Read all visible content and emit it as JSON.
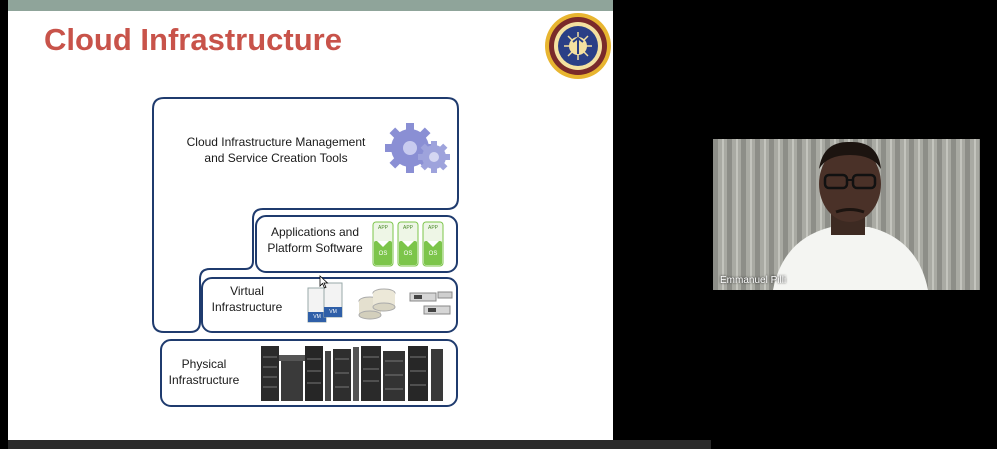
{
  "slide": {
    "title": "Cloud Infrastructure",
    "layers": {
      "management": [
        "Cloud Infrastructure Management",
        "and Service Creation Tools"
      ],
      "applications": [
        "Applications and",
        "Platform Software"
      ],
      "virtual": [
        "Virtual",
        "Infrastructure"
      ],
      "physical": [
        "Physical",
        "Infrastructure"
      ]
    },
    "app_stack": {
      "top_label": "APP",
      "bottom_label": "OS"
    },
    "vm_label": "VM"
  },
  "video": {
    "participant_name": "Emmanuel Pilli"
  },
  "colors": {
    "title": "#c8534a",
    "frame": "#1f3b6e",
    "app_green": "#7cc54a",
    "gear": "#8a8fd4",
    "topbar": "#8fa49a"
  },
  "icons": [
    "gears-icon",
    "app-os-stack-icon",
    "vm-icon",
    "storage-disk-icon",
    "network-device-icon",
    "server-rack-icon",
    "institute-logo"
  ]
}
